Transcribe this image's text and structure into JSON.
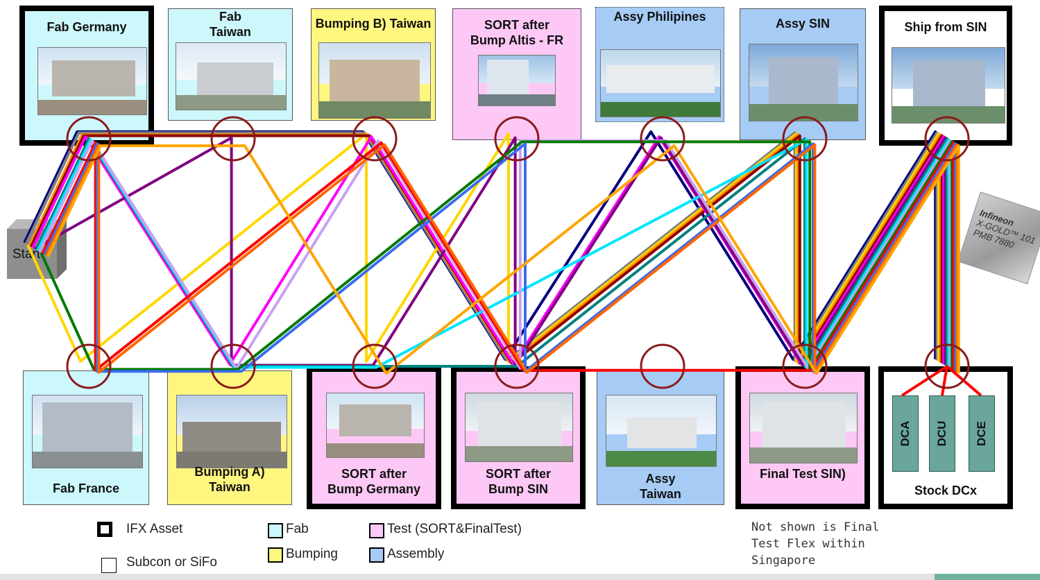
{
  "sites": {
    "fab_germany": {
      "label": "Fab Germany",
      "fill": "#ccf7fb",
      "kind": "ifx"
    },
    "fab_taiwan": {
      "label": "Fab\nTaiwan",
      "fill": "#ccf7fb",
      "kind": "subcon"
    },
    "bumping_b_taiwan": {
      "label": "Bumping B) Taiwan",
      "fill": "#fff680",
      "kind": "subcon"
    },
    "sort_altis_fr": {
      "label": "SORT after\nBump Altis - FR",
      "fill": "#fdc8f5",
      "kind": "subcon"
    },
    "assy_philipines": {
      "label": "Assy Philipines",
      "fill": "#a6ccf5",
      "kind": "dotted"
    },
    "assy_sin": {
      "label": "Assy SIN",
      "fill": "#a6ccf5",
      "kind": "subcon"
    },
    "ship_from_sin": {
      "label": "Ship from SIN",
      "fill": "#ffffff",
      "kind": "ifx"
    },
    "fab_france": {
      "label": "Fab France",
      "fill": "#ccf7fb",
      "kind": "subcon"
    },
    "bumping_a_taiwan": {
      "label": "Bumping A)\nTaiwan",
      "fill": "#fff680",
      "kind": "subcon"
    },
    "sort_bump_germany": {
      "label": "SORT after\nBump Germany",
      "fill": "#fdc8f5",
      "kind": "ifx"
    },
    "sort_bump_sin": {
      "label": "SORT after\nBump SIN",
      "fill": "#fdc8f5",
      "kind": "ifx"
    },
    "assy_taiwan": {
      "label": "Assy\nTaiwan",
      "fill": "#a6ccf5",
      "kind": "subcon"
    },
    "final_test_sin": {
      "label": "Final Test SIN)",
      "fill": "#fdc8f5",
      "kind": "ifx"
    },
    "stock_dcx": {
      "label": "Stock DCx",
      "fill": "#ffffff",
      "kind": "ifx"
    }
  },
  "start": {
    "label": "Start"
  },
  "chip": {
    "brand": "Infineon",
    "line1": "X-GOLD™ 101",
    "line2": "PMB 7880"
  },
  "stock": {
    "dcs": [
      "DCA",
      "DCU",
      "DCE"
    ]
  },
  "legend": {
    "ifx_asset": "IFX Asset",
    "subcon": "Subcon or SiFo",
    "fab": "Fab",
    "bumping": "Bumping",
    "test": "Test  (SORT&FinalTest)",
    "assembly": "Assembly",
    "colors": {
      "fab": "#ccf7fb",
      "bumping": "#fff680",
      "test": "#fdc8f5",
      "assembly": "#a6ccf5"
    }
  },
  "note": "Not shown is Final\nTest Flex within\nSingapore",
  "route_colors": [
    "#000080",
    "#808080",
    "#ffd700",
    "#ff8c00",
    "#8b0000",
    "#ff00ff",
    "#800080",
    "#008080",
    "#00e5ff",
    "#c8a2f0",
    "#007a00",
    "#ff0000",
    "#3a6cf0",
    "#ff6600",
    "#ffa500"
  ]
}
